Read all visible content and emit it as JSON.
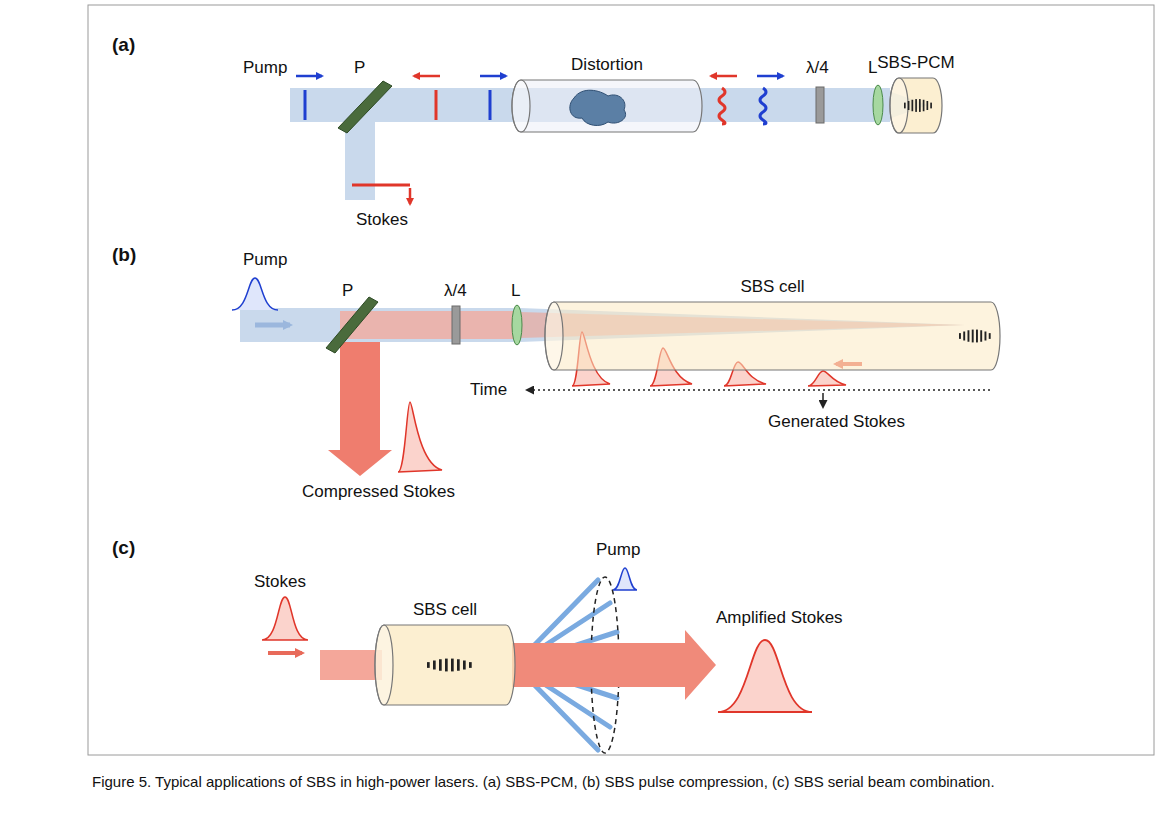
{
  "diagram": {
    "caption": "Figure 5. Typical applications of SBS in high-power lasers. (a) SBS-PCM, (b) SBS pulse compression, (c) SBS serial beam combination.",
    "nodes": [
      {
        "text": [
          "Distortion"
        ]
      },
      {
        "text": [
          "SBS-PCM"
        ]
      },
      {
        "text": [
          "SBS cell"
        ]
      },
      {
        "text": [
          "SBS cell"
        ]
      }
    ],
    "labels": [
      "(a)",
      "Pump",
      "P",
      "λ/4",
      "L",
      "Stokes",
      "(b)",
      "Pump",
      "P",
      "λ/4",
      "L",
      "Time",
      "Compressed Stokes",
      "Generated Stokes",
      "(c)",
      "Stokes",
      "Pump",
      "Amplified Stokes"
    ]
  }
}
